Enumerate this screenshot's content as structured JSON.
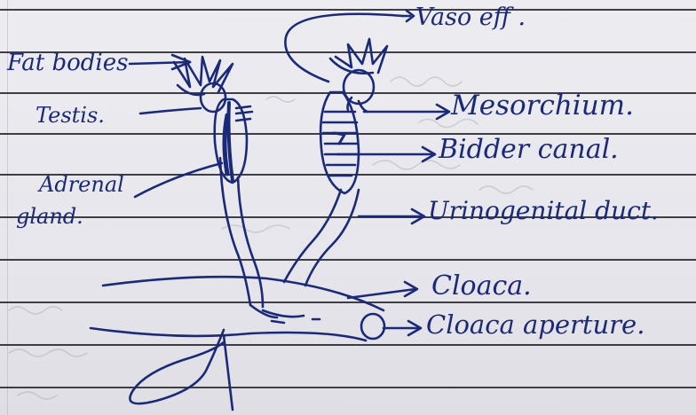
{
  "labels": {
    "vaso_eff": "Vaso eff .",
    "fat_bodies": "Fat bodies",
    "testis": "Testis.",
    "adrenal_1": "Adrenal",
    "adrenal_2": "gland.",
    "mesorchium": "Mesorchium.",
    "bidder_canal": "Bidder canal.",
    "urinogenital_duct": "Urinogenital duct.",
    "cloaca": "Cloaca.",
    "cloaca_aperture": "Cloaca aperture."
  },
  "colors": {
    "ink": "#1b2a78",
    "paper": "#e9e9ee",
    "ruling": "#2b2b33",
    "show_through": "#b7b7c2"
  }
}
